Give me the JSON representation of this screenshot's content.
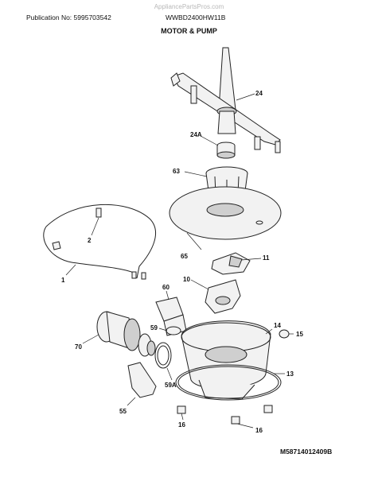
{
  "header": {
    "watermark": "AppliancePartsPros.com",
    "publication": "Publication No: 5995703542",
    "model": "WWBD2400HW11B",
    "title": "MOTOR & PUMP"
  },
  "footer": {
    "document_number": "M58714012409B"
  },
  "callouts": {
    "c24": "24",
    "c24a": "24A",
    "c63": "63",
    "c2": "2",
    "c1": "1",
    "c65": "65",
    "c11": "11",
    "c10": "10",
    "c60": "60",
    "c14": "14",
    "c15": "15",
    "c70": "70",
    "c59": "59",
    "c13": "13",
    "c59a": "59A",
    "c55": "55",
    "c16a": "16",
    "c16b": "16"
  }
}
